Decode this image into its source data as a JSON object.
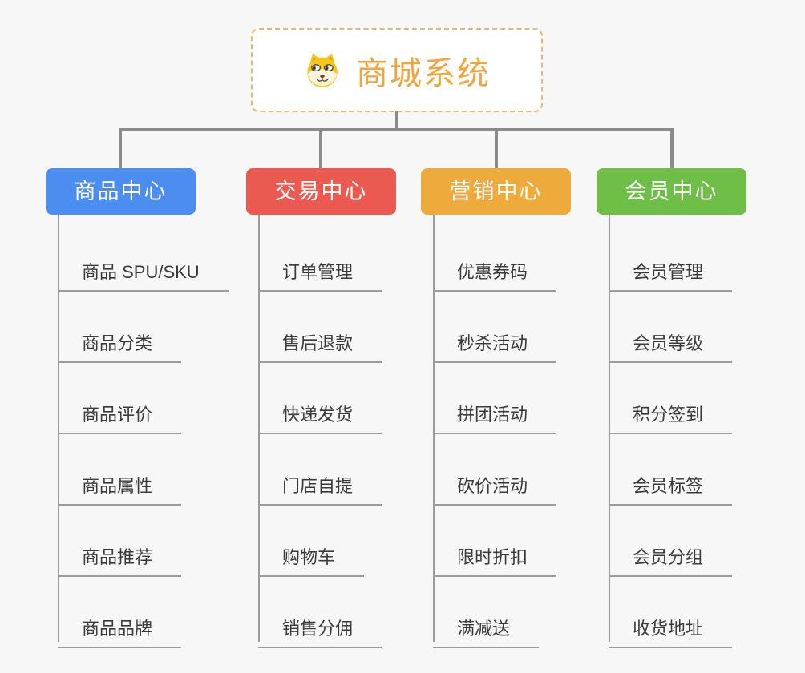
{
  "background_color": "#f7f7f8",
  "connector_color": "#8b8b8b",
  "spine_color": "#9b9b9b",
  "item_text_color": "#3a3a3a",
  "root": {
    "title": "商城系统",
    "text_color": "#f0a63e",
    "border_color": "#efb465",
    "icon": "dog-face-icon"
  },
  "branches": [
    {
      "label": "商品中心",
      "color": "#4c8df0",
      "items": [
        "商品 SPU/SKU",
        "商品分类",
        "商品评价",
        "商品属性",
        "商品推荐",
        "商品品牌"
      ]
    },
    {
      "label": "交易中心",
      "color": "#ea5a50",
      "items": [
        "订单管理",
        "售后退款",
        "快递发货",
        "门店自提",
        "购物车",
        "销售分佣"
      ]
    },
    {
      "label": "营销中心",
      "color": "#efaa3c",
      "items": [
        "优惠券码",
        "秒杀活动",
        "拼团活动",
        "砍价活动",
        "限时折扣",
        "满减送"
      ]
    },
    {
      "label": "会员中心",
      "color": "#6fbe47",
      "items": [
        "会员管理",
        "会员等级",
        "积分签到",
        "会员标签",
        "会员分组",
        "收货地址"
      ]
    }
  ]
}
